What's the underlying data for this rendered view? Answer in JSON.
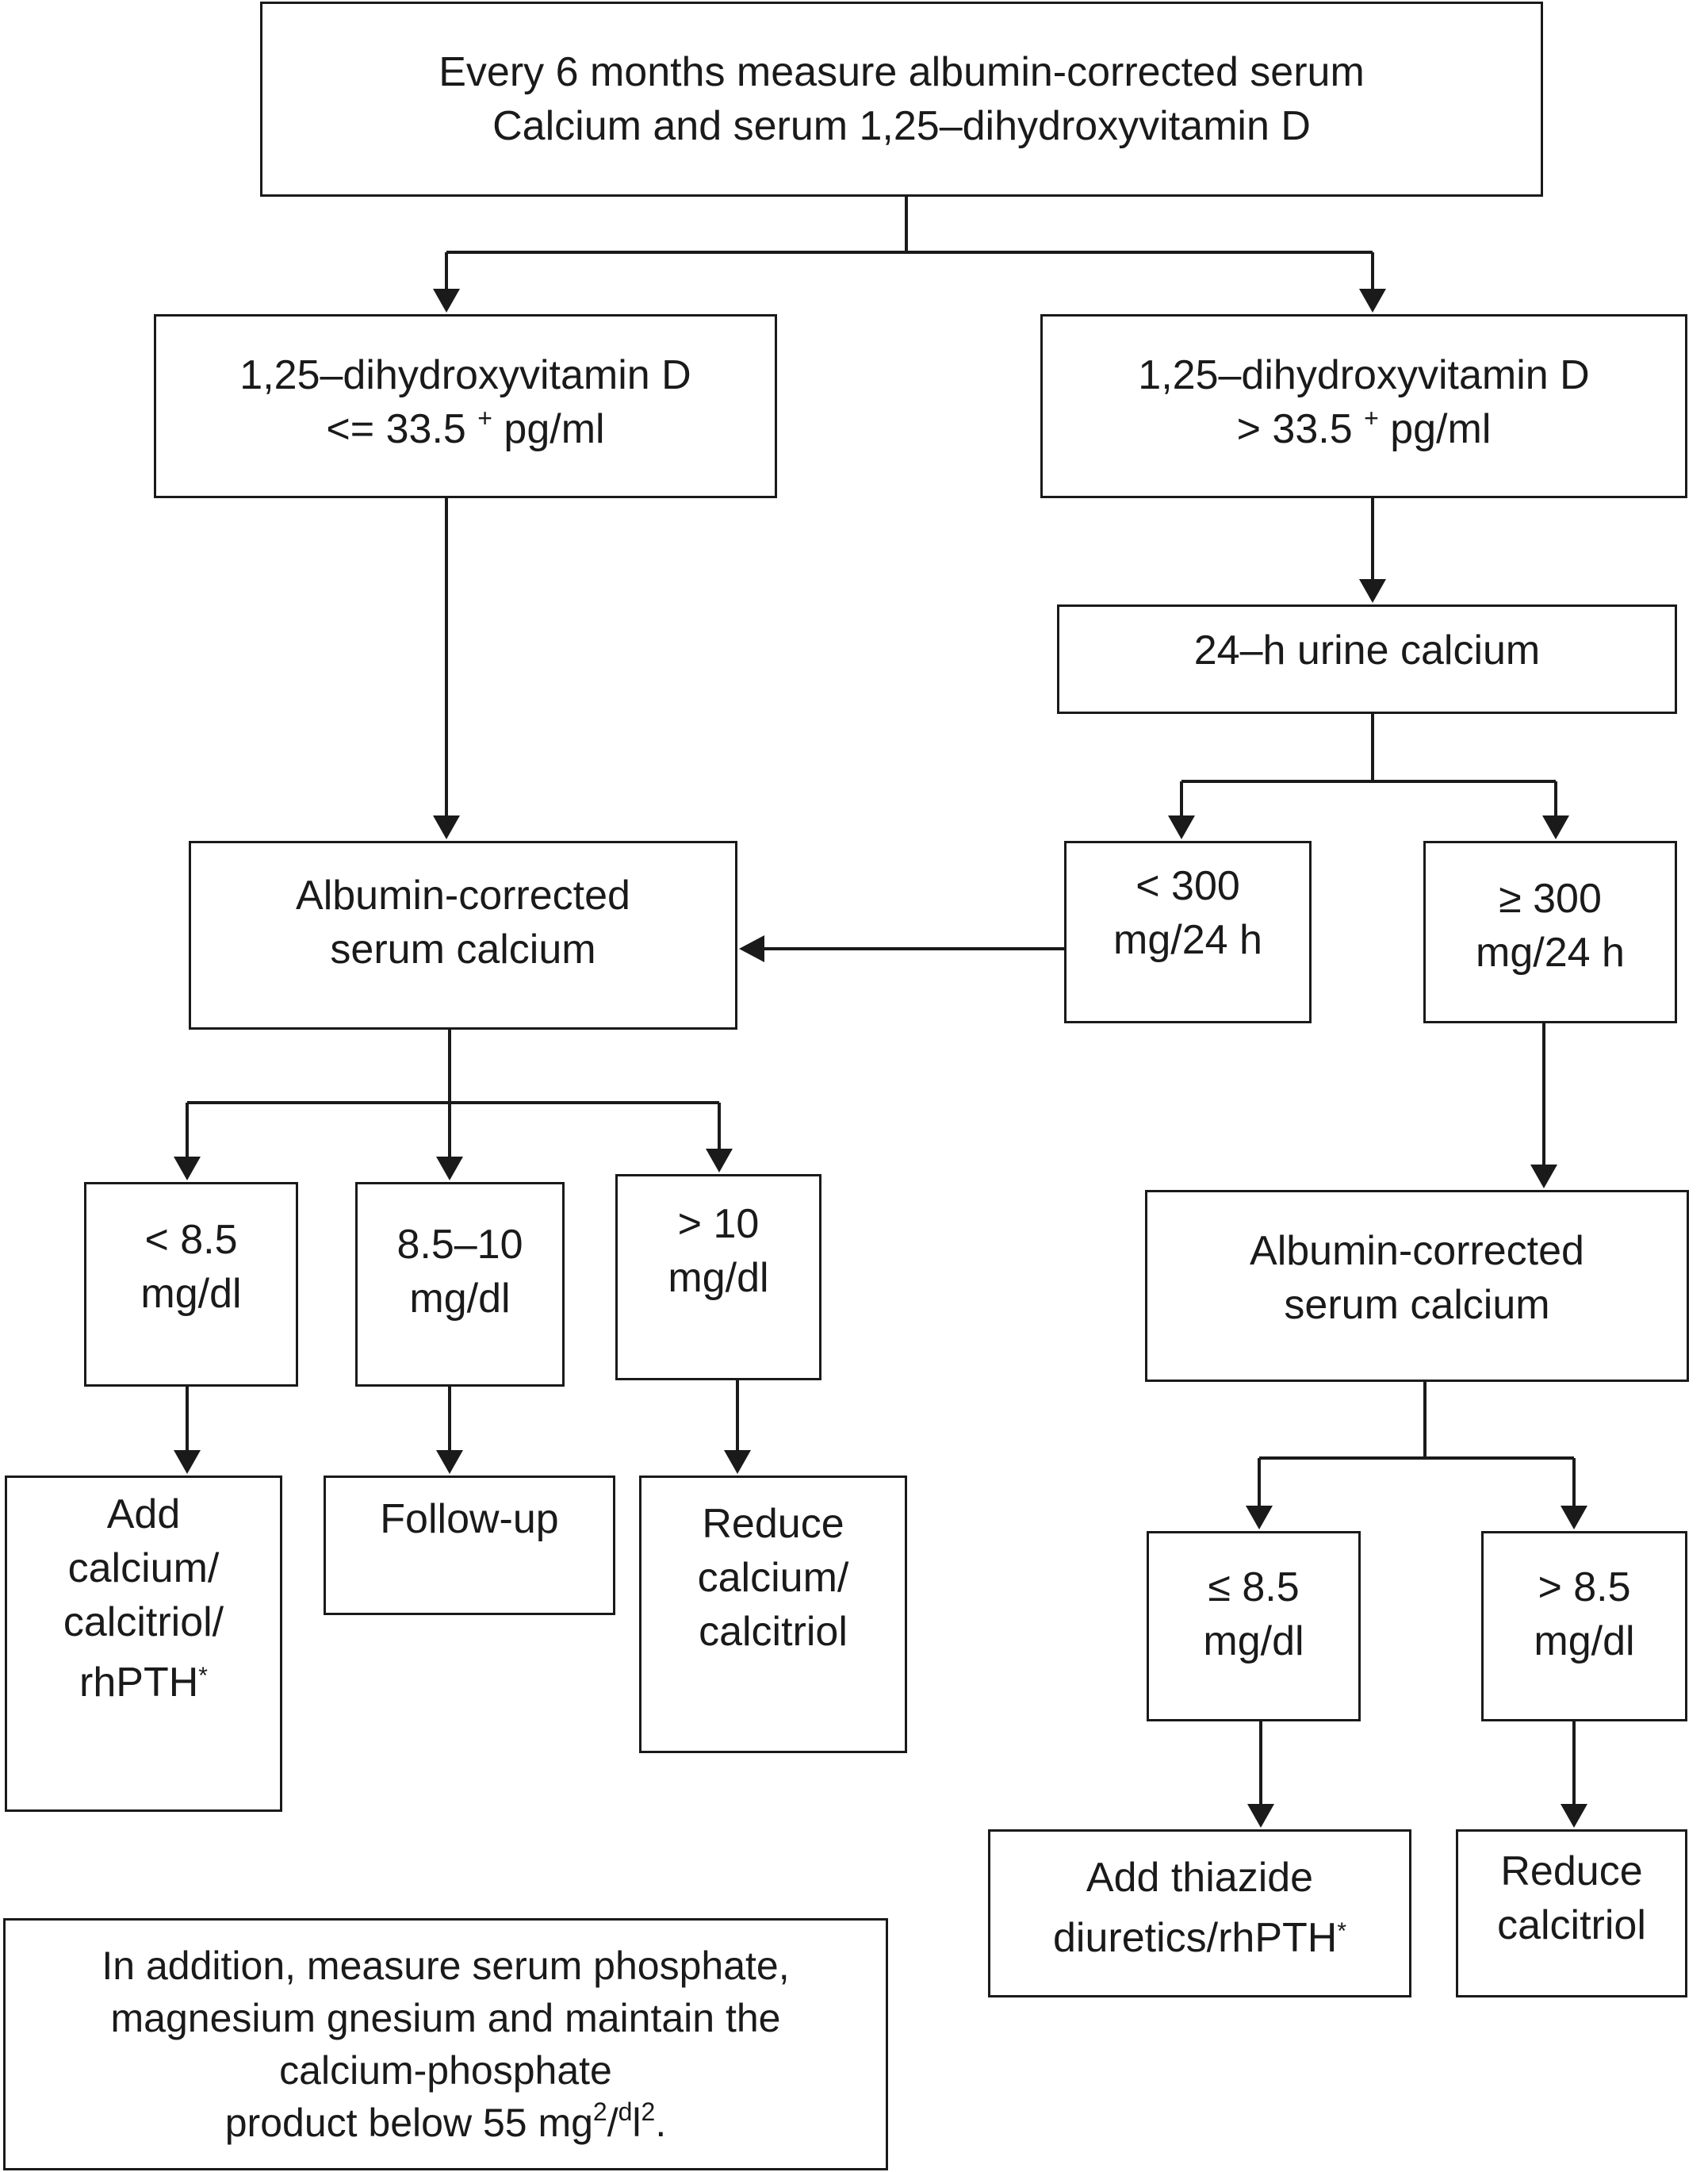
{
  "diagram": {
    "start": {
      "line1": "Every 6 months measure albumin-corrected serum",
      "line2": "Calcium and serum 1,25–dihydroxyvitamin D"
    },
    "vitd_low": {
      "line1": "1,25–dihydroxyvitamin D",
      "line2_pre": "<= 33.5 ",
      "line2_sup": "+",
      "line2_post": " pg/ml"
    },
    "vitd_high": {
      "line1": "1,25–dihydroxyvitamin D",
      "line2_pre": "> 33.5 ",
      "line2_sup": "+",
      "line2_post": " pg/ml"
    },
    "urine": {
      "label": "24–h urine calcium"
    },
    "urine_low": {
      "line1": "< 300",
      "line2": "mg/24 h"
    },
    "urine_high": {
      "line1": "≥ 300",
      "line2": "mg/24 h"
    },
    "calcium_left": {
      "line1": "Albumin-corrected",
      "line2": "serum calcium"
    },
    "calcium_right": {
      "line1": "Albumin-corrected",
      "line2": "serum calcium"
    },
    "ca_low": {
      "line1": "< 8.5",
      "line2": "mg/dl"
    },
    "ca_mid": {
      "line1": "8.5–10",
      "line2": "mg/dl"
    },
    "ca_high": {
      "line1": "> 10",
      "line2": "mg/dl"
    },
    "ca_r_low": {
      "line1": "≤  8.5",
      "line2": "mg/dl"
    },
    "ca_r_high": {
      "line1": "> 8.5",
      "line2": "mg/dl"
    },
    "action_add": {
      "line1": "Add",
      "line2": "calcium/",
      "line3": "calcitriol/",
      "line4": "rhPTH",
      "star": "*"
    },
    "action_follow": {
      "label": "Follow-up"
    },
    "action_reduce": {
      "line1": "Reduce",
      "line2": "calcium/",
      "line3": "calcitriol"
    },
    "action_thiazide": {
      "line1": "Add thiazide",
      "line2": "diuretics/rhPTH",
      "star": "*"
    },
    "action_reduce_calcitriol": {
      "line1": "Reduce",
      "line2": "calcitriol"
    },
    "note": {
      "line1": "In addition, measure serum phosphate,",
      "line2": "magnesium gnesium and maintain the",
      "line3": "calcium-phosphate",
      "line4_pre": "product below 55 mg",
      "line4_sup1": "2",
      "line4_mid": "/",
      "line4_sup2": "d",
      "line4_mid2": "l",
      "line4_sup3": "2",
      "line4_post": "."
    }
  }
}
